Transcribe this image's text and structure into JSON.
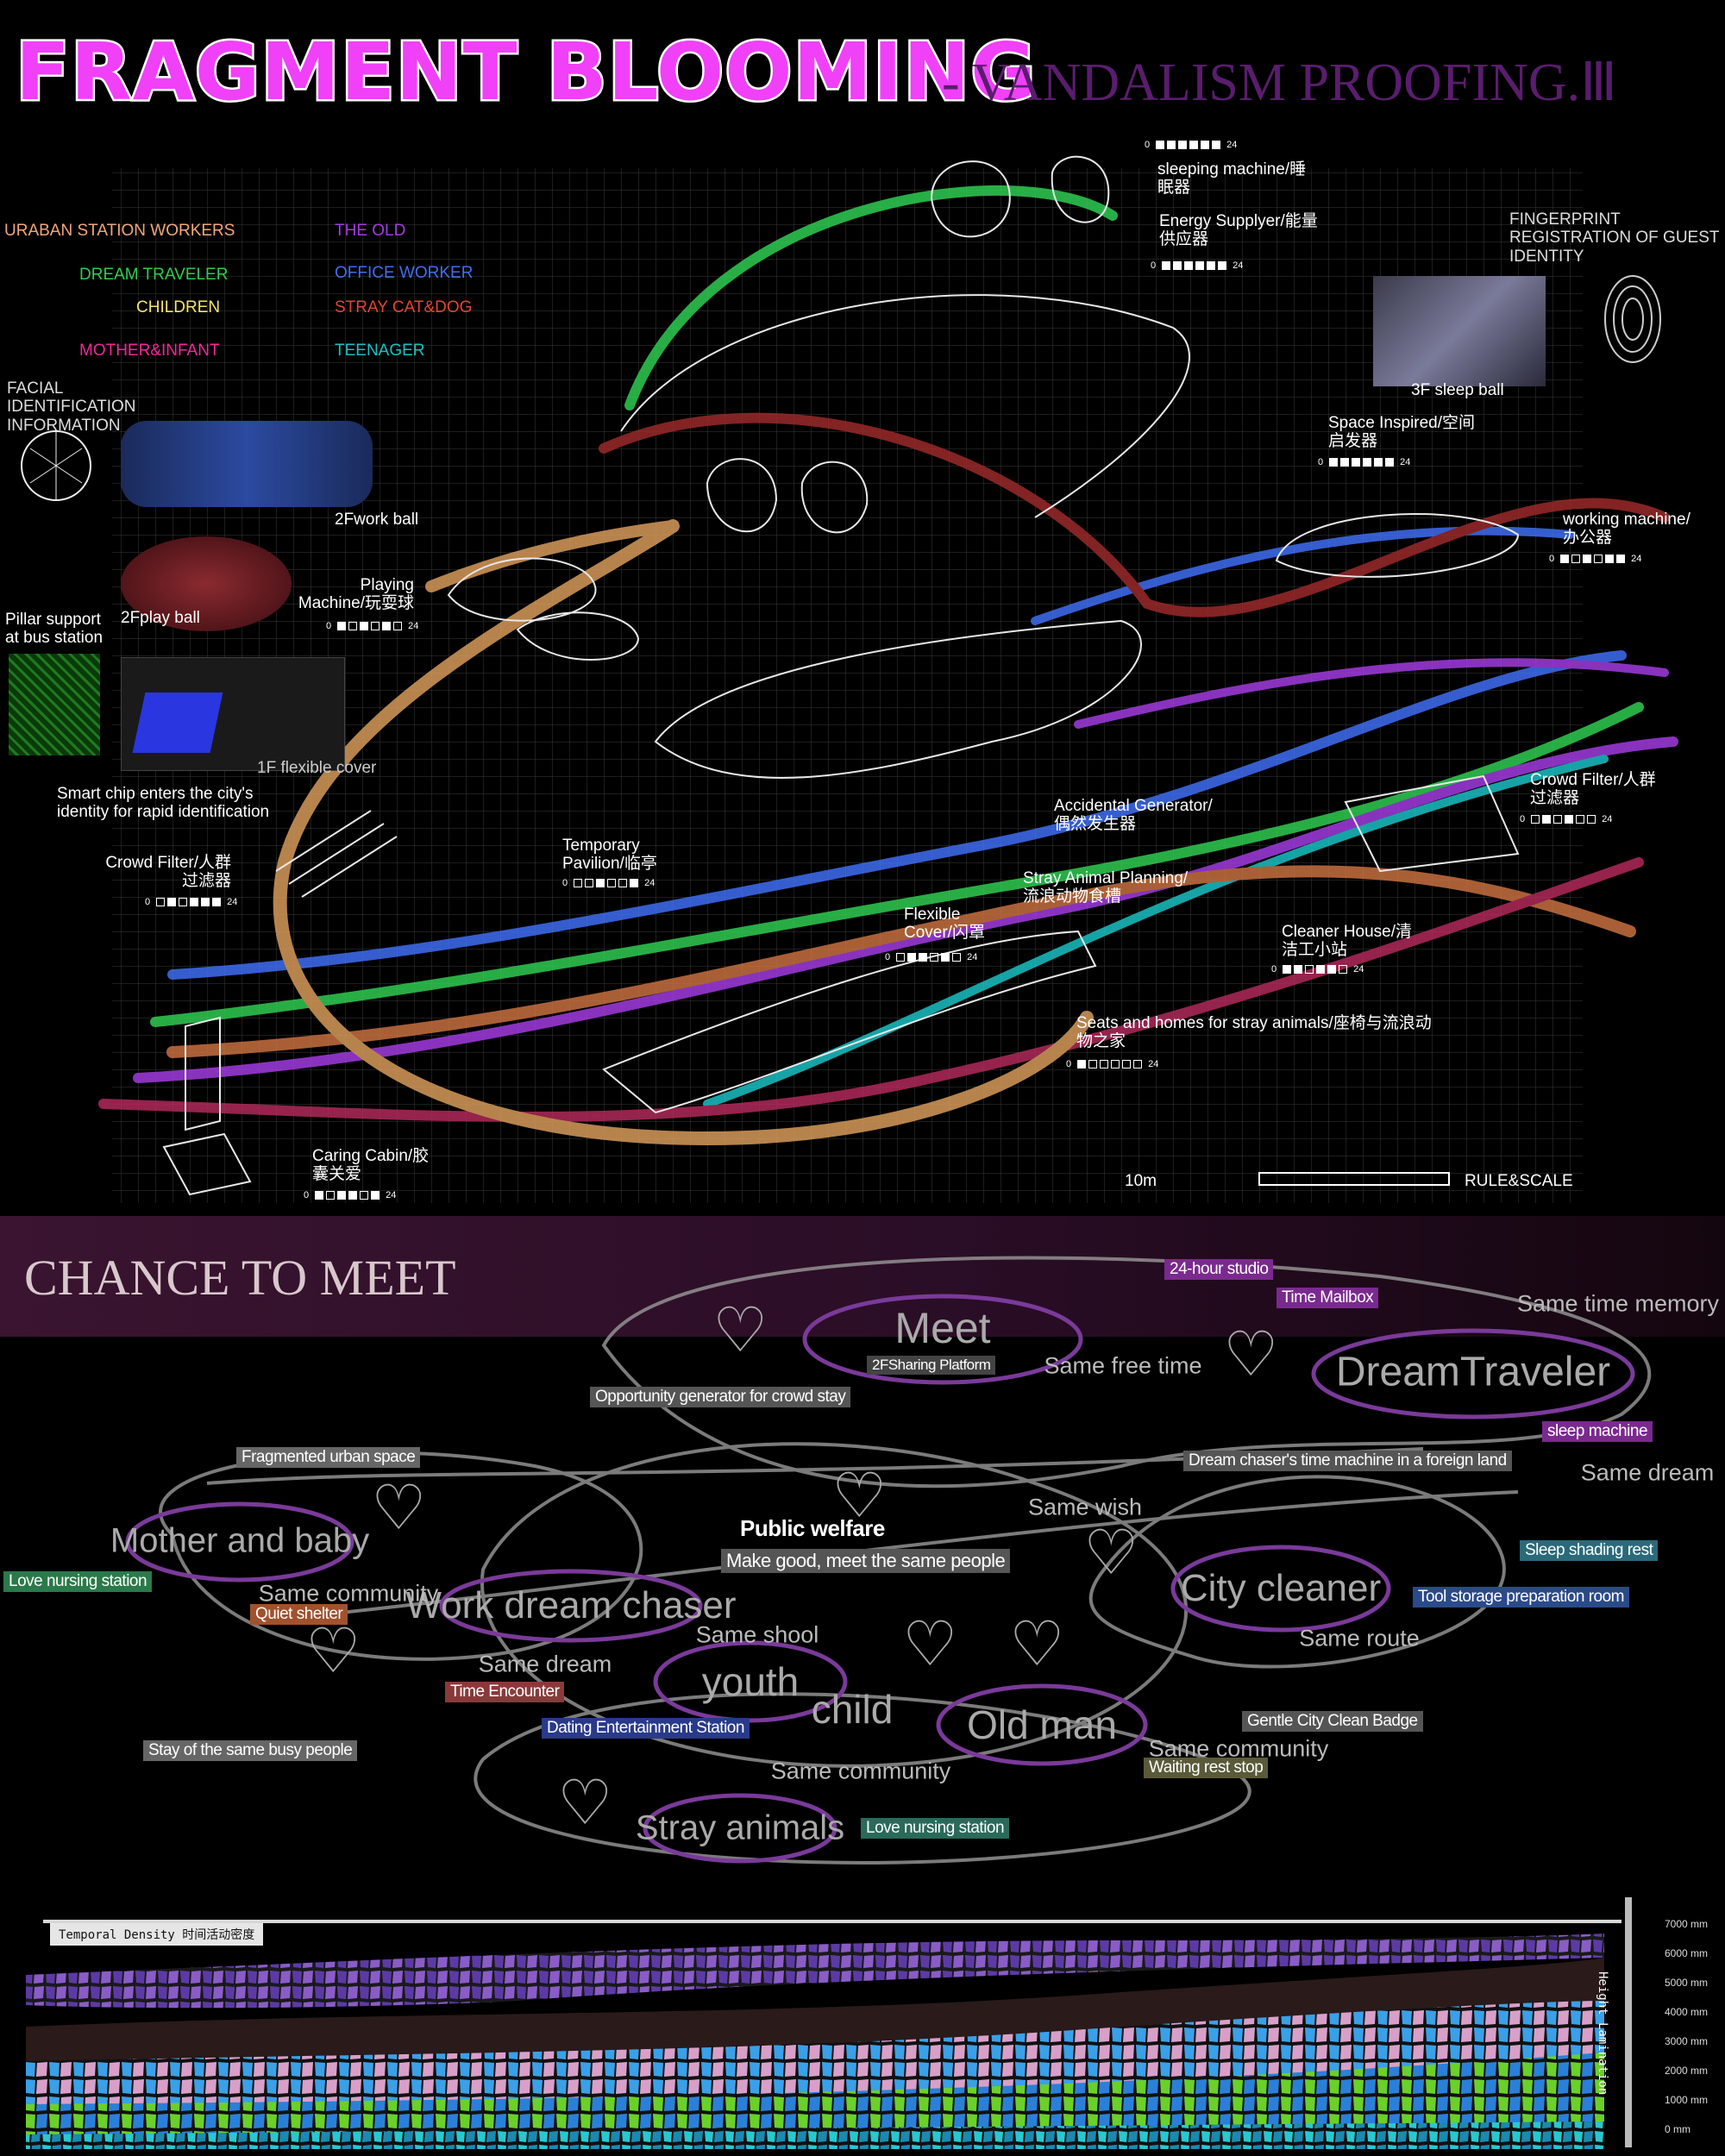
{
  "header": {
    "title": "FRAGMENT BLOOMING",
    "subtitle": "- VANDALISM PROOFING.Ⅲ"
  },
  "legend": {
    "items": [
      {
        "label": "URABAN STATION WORKERS",
        "color": "#f2a77a"
      },
      {
        "label": "DREAM TRAVELER",
        "color": "#2fcc52"
      },
      {
        "label": "CHILDREN",
        "color": "#f4e56a"
      },
      {
        "label": "MOTHER&INFANT",
        "color": "#f0289a"
      },
      {
        "label": "THE OLD",
        "color": "#a23be0"
      },
      {
        "label": "OFFICE WORKER",
        "color": "#3f6ef2"
      },
      {
        "label": "STRAY CAT&DOG",
        "color": "#e8432c"
      },
      {
        "label": "TEENAGER",
        "color": "#1ac0c4"
      }
    ]
  },
  "side": {
    "facial": "FACIAL IDENTIFICATION INFORMATION",
    "work_ball": "2Fwork ball",
    "play_ball": "2Fplay ball",
    "pillar": "Pillar support at bus station",
    "cover": "1F flexible cover",
    "chip": "Smart chip enters the city's identity for rapid identification",
    "fingerprint": "FINGERPRINT REGISTRATION OF GUEST IDENTITY",
    "sleep_ball": "3F sleep ball"
  },
  "facilities": {
    "hour_start": "0",
    "hour_end": "24",
    "items": [
      {
        "label": "sleeping machine/睡眠器"
      },
      {
        "label": "Energy Supplyer/能量供应器"
      },
      {
        "label": "Space Inspired/空间启发器"
      },
      {
        "label": "working machine/办公器"
      },
      {
        "label": "Playing Machine/玩耍球"
      },
      {
        "label": "Crowd Filter/人群过滤器"
      },
      {
        "label": "Accidental Generator/偶然发生器"
      },
      {
        "label": "Temporary Pavilion/临亭"
      },
      {
        "label": "Crowd Filter/人群过滤器"
      },
      {
        "label": "Stray Animal Planning/流浪动物食槽"
      },
      {
        "label": "Flexible Cover/闪罩"
      },
      {
        "label": "Cleaner House/清洁工小站"
      },
      {
        "label": "Seats and homes for stray animals/座椅与流浪动物之家"
      },
      {
        "label": "Caring Cabin/胶囊关爱"
      }
    ]
  },
  "scale": {
    "left": "10m",
    "right": "RULE&SCALE"
  },
  "chance": {
    "title": "CHANCE TO MEET",
    "nodes": [
      "Meet",
      "DreamTraveler",
      "Mother and baby",
      "Work dream chaser",
      "City cleaner",
      "youth",
      "child",
      "Old man",
      "Stray animals"
    ],
    "tags": [
      {
        "label": "24-hour studio",
        "color": "#7a2a8e"
      },
      {
        "label": "Time Mailbox",
        "color": "#7a2a8e"
      },
      {
        "label": "2FSharing Platform",
        "color": "#444"
      },
      {
        "label": "Opportunity generator for crowd stay",
        "color": "#555"
      },
      {
        "label": "Fragmented urban space",
        "color": "#666"
      },
      {
        "label": "Dream chaser's time machine in a foreign land",
        "color": "#555"
      },
      {
        "label": "sleep machine",
        "color": "#7a2a8e"
      },
      {
        "label": "Love nursing station",
        "color": "#2a7a4a"
      },
      {
        "label": "Quiet shelter",
        "color": "#a0522d"
      },
      {
        "label": "Public welfare",
        "color": "#000"
      },
      {
        "label": "Make good, meet the same people",
        "color": "#555"
      },
      {
        "label": "Sleep shading rest",
        "color": "#2a6a7a"
      },
      {
        "label": "Tool storage preparation room",
        "color": "#2a4a8a"
      },
      {
        "label": "Time Encounter",
        "color": "#8a3a3a"
      },
      {
        "label": "Dating Entertainment Station",
        "color": "#2a3a8a"
      },
      {
        "label": "Gentle City Clean Badge",
        "color": "#555"
      },
      {
        "label": "Waiting rest stop",
        "color": "#5a5a3a"
      },
      {
        "label": "Stay of the same busy people",
        "color": "#666"
      },
      {
        "label": "Love nursing station",
        "color": "#2a6a5a"
      }
    ],
    "shared": [
      "Same time memory",
      "Same free time",
      "Same dream",
      "Same wish",
      "Same community",
      "Same dream",
      "Same shool",
      "Same route",
      "Same community",
      "Same community"
    ]
  },
  "temporal": {
    "label": "Temporal Density 时间活动密度",
    "axis_title": "Height Lamination",
    "heights": [
      "7000",
      "6000",
      "5000",
      "4000",
      "3000",
      "2000",
      "1000",
      "0"
    ],
    "unit": "mm"
  }
}
